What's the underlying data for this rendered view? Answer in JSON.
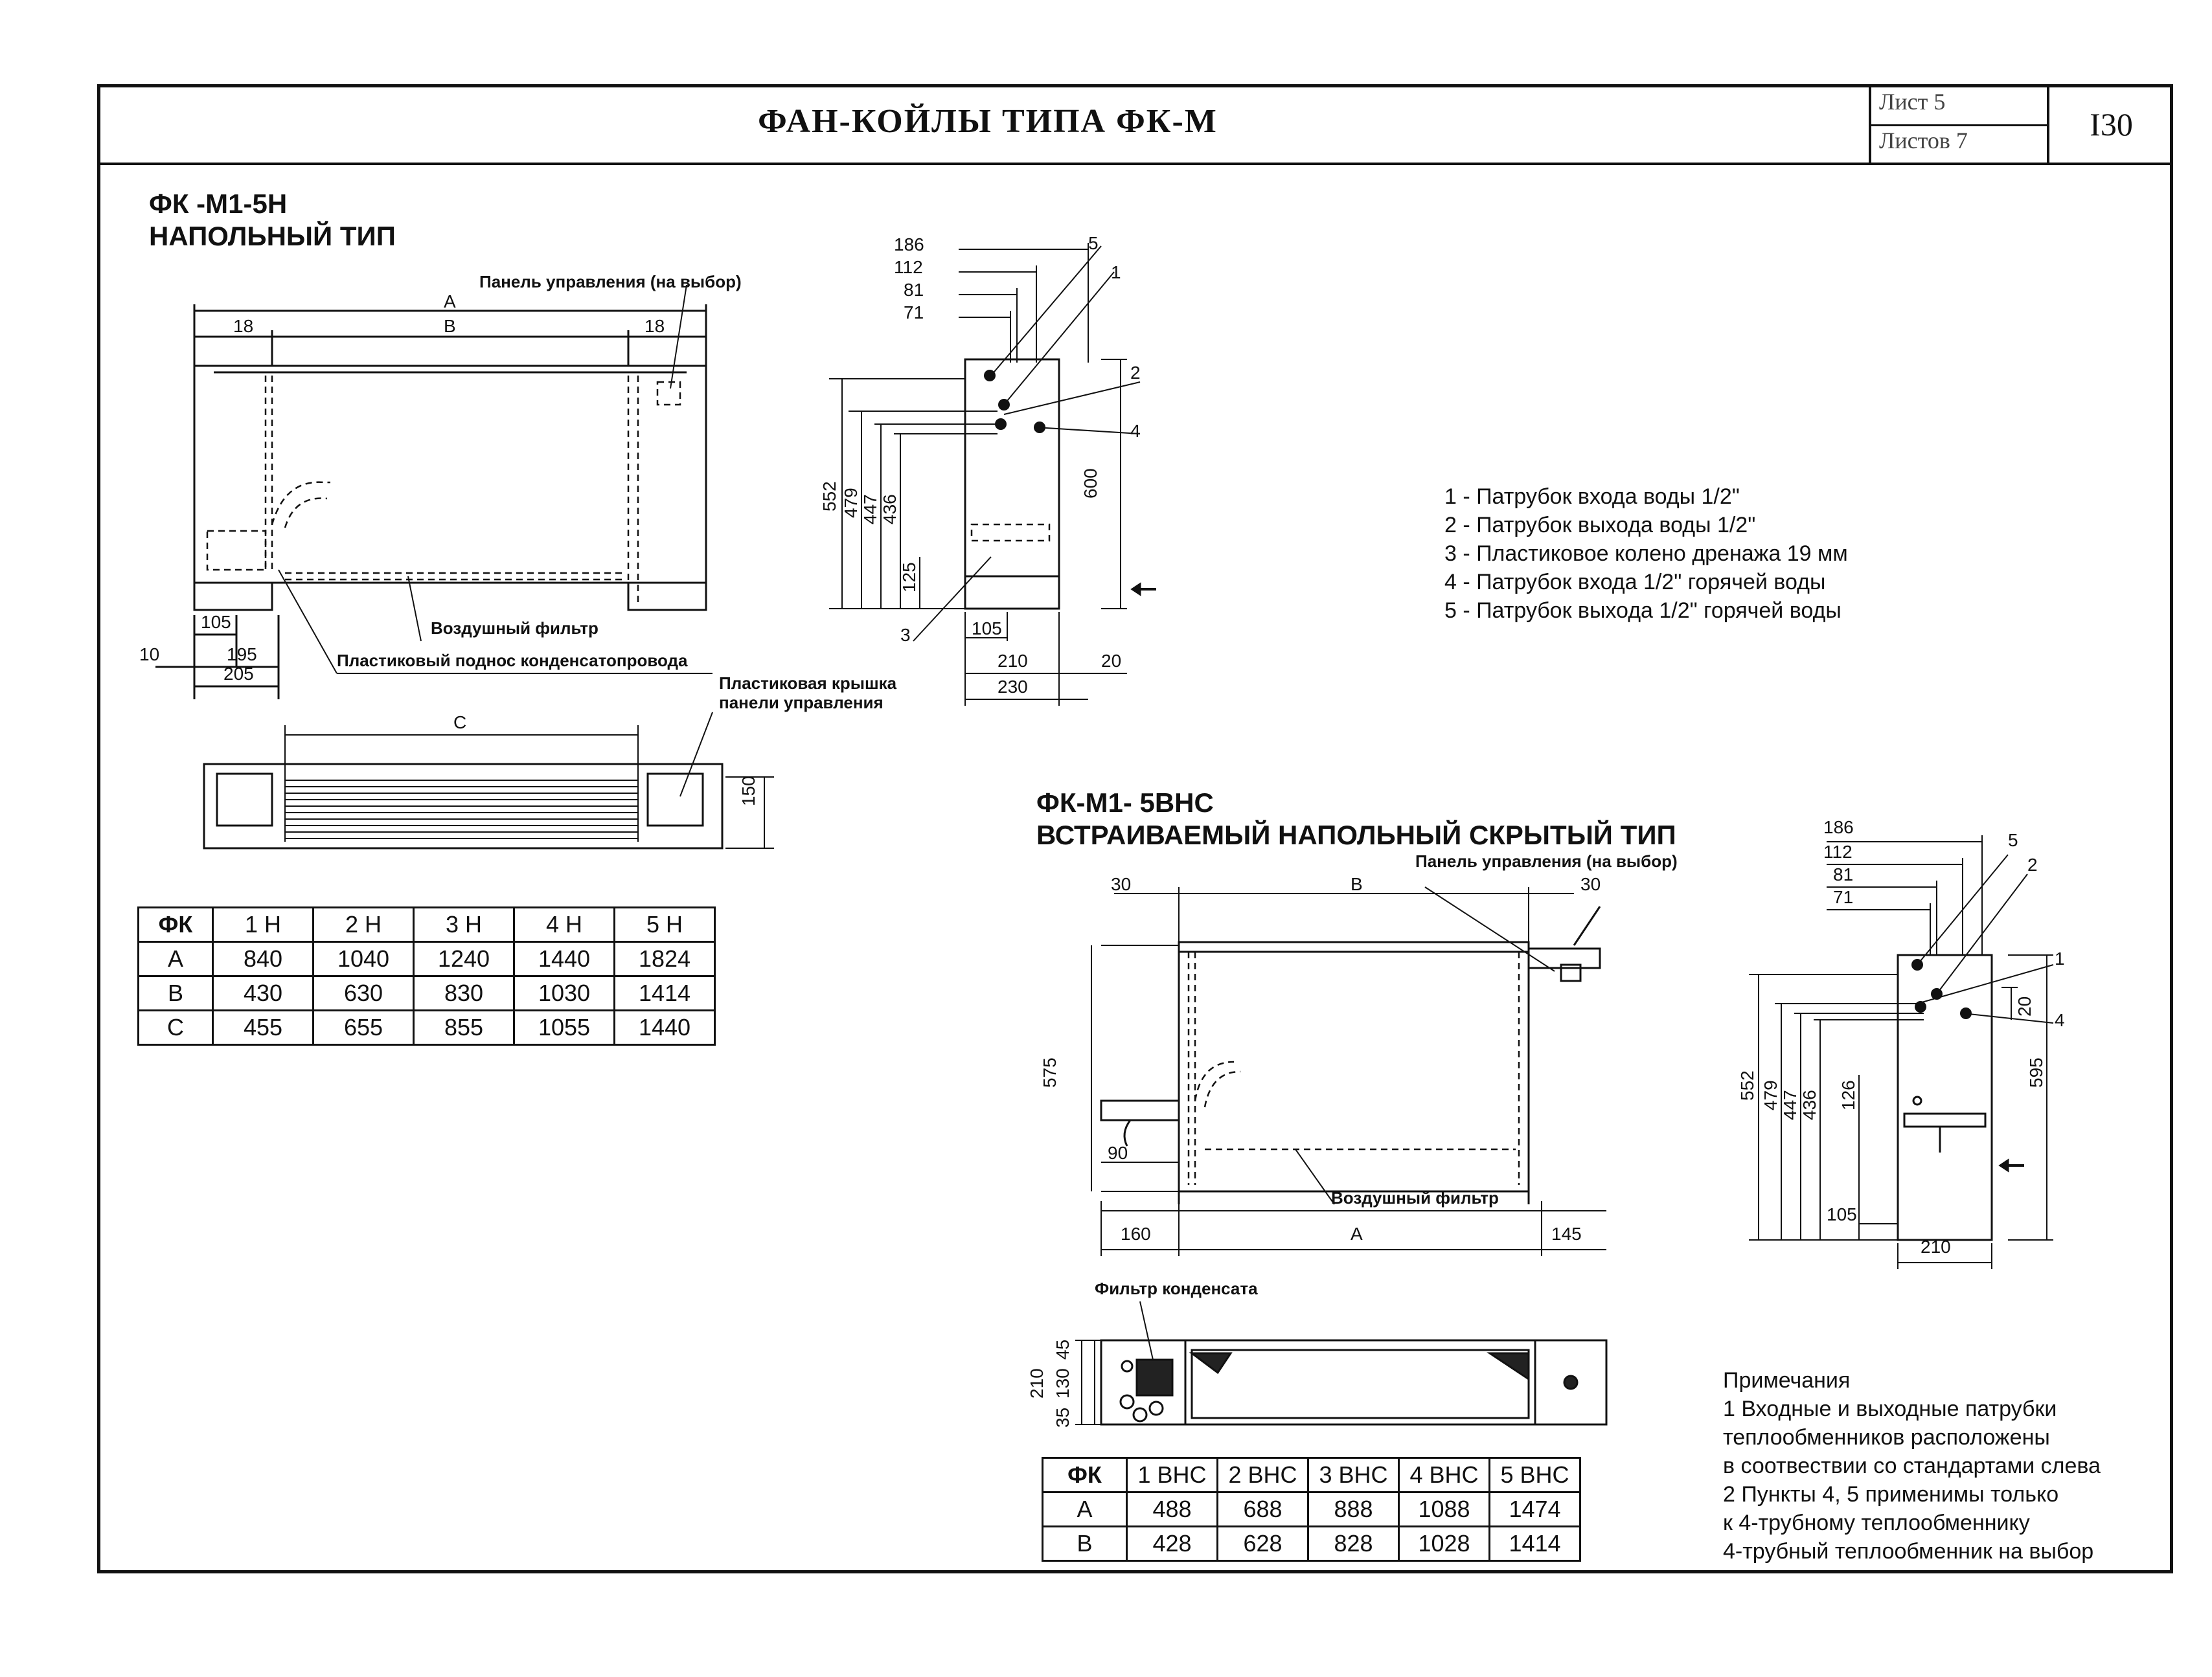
{
  "header": {
    "title": "ФАН-КОЙЛЫ ТИПА ФК-М",
    "sheet_label": "Лист 5",
    "sheets_label": "Листов 7",
    "page_number": "I30"
  },
  "section1": {
    "heading_line1": "ФК -М1-5Н",
    "heading_line2": "НАПОЛЬНЫЙ  ТИП",
    "panel_label": "Панель управления (на выбор)",
    "air_filter": "Воздушный фильтр",
    "tray": "Пластиковый поднос конденсатопровода",
    "cover_label_line1": "Пластиковая крышка",
    "cover_label_line2": "панели управления",
    "dims": {
      "A": "A",
      "B": "B",
      "C": "C",
      "d18a": "18",
      "d18b": "18",
      "d105": "105",
      "d10": "10",
      "d195": "195",
      "d205": "205",
      "d150": "150",
      "s186": "186",
      "s112": "112",
      "s81": "81",
      "s71": "71",
      "s552": "552",
      "s479": "479",
      "s447": "447",
      "s436": "436",
      "s125": "125",
      "s600": "600",
      "s105": "105",
      "s210": "210",
      "s230": "230",
      "s20": "20"
    },
    "callouts": [
      "1",
      "2",
      "3",
      "4",
      "5"
    ]
  },
  "legend": [
    "1 - Патрубок входа воды 1/2\"",
    "2 - Патрубок выхода воды 1/2\"",
    "3 - Пластиковое колено дренажа 19 мм",
    "4 - Патрубок входа 1/2\" горячей воды",
    "5 - Патрубок выхода 1/2\" горячей воды"
  ],
  "table1": {
    "header": [
      "ФК",
      "1 Н",
      "2 Н",
      "3 Н",
      "4 Н",
      "5 Н"
    ],
    "rows": [
      [
        "A",
        "840",
        "1040",
        "1240",
        "1440",
        "1824"
      ],
      [
        "B",
        "430",
        "630",
        "830",
        "1030",
        "1414"
      ],
      [
        "C",
        "455",
        "655",
        "855",
        "1055",
        "1440"
      ]
    ]
  },
  "section2": {
    "heading_line1": "ФК-М1- 5ВНС",
    "heading_line2": "ВСТРАИВАЕМЫЙ  НАПОЛЬНЫЙ  СКРЫТЫЙ  ТИП",
    "panel_label": "Панель управления (на выбор)",
    "air_filter": "Воздушный фильтр",
    "condensate_filter": "Фильтр конденсата",
    "dims": {
      "d30a": "30",
      "d30b": "30",
      "B": "B",
      "A": "A",
      "d575": "575",
      "d90": "90",
      "d160": "160",
      "d145": "145",
      "d210": "210",
      "d130": "130",
      "d45": "45",
      "d35": "35",
      "s186": "186",
      "s112": "112",
      "s81": "81",
      "s71": "71",
      "s552": "552",
      "s479": "479",
      "s447": "447",
      "s436": "436",
      "s126": "126",
      "s20": "20",
      "s595": "595",
      "s105": "105",
      "s210": "210"
    },
    "callouts": [
      "1",
      "2",
      "4",
      "5"
    ]
  },
  "table2": {
    "header": [
      "ФК",
      "1 ВНС",
      "2 ВНС",
      "3 ВНС",
      "4 ВНС",
      "5 ВНС"
    ],
    "rows": [
      [
        "A",
        "488",
        "688",
        "888",
        "1088",
        "1474"
      ],
      [
        "B",
        "428",
        "628",
        "828",
        "1028",
        "1414"
      ]
    ]
  },
  "notes": {
    "title": "Примечания",
    "lines": [
      "1   Входные и выходные патрубки",
      "теплообменников   расположены",
      "в соотвествии со стандартами слева",
      "2  Пункты 4, 5 применимы только",
      " к 4-трубному   теплообменнику",
      "4-трубный теплообменник на выбор"
    ]
  }
}
